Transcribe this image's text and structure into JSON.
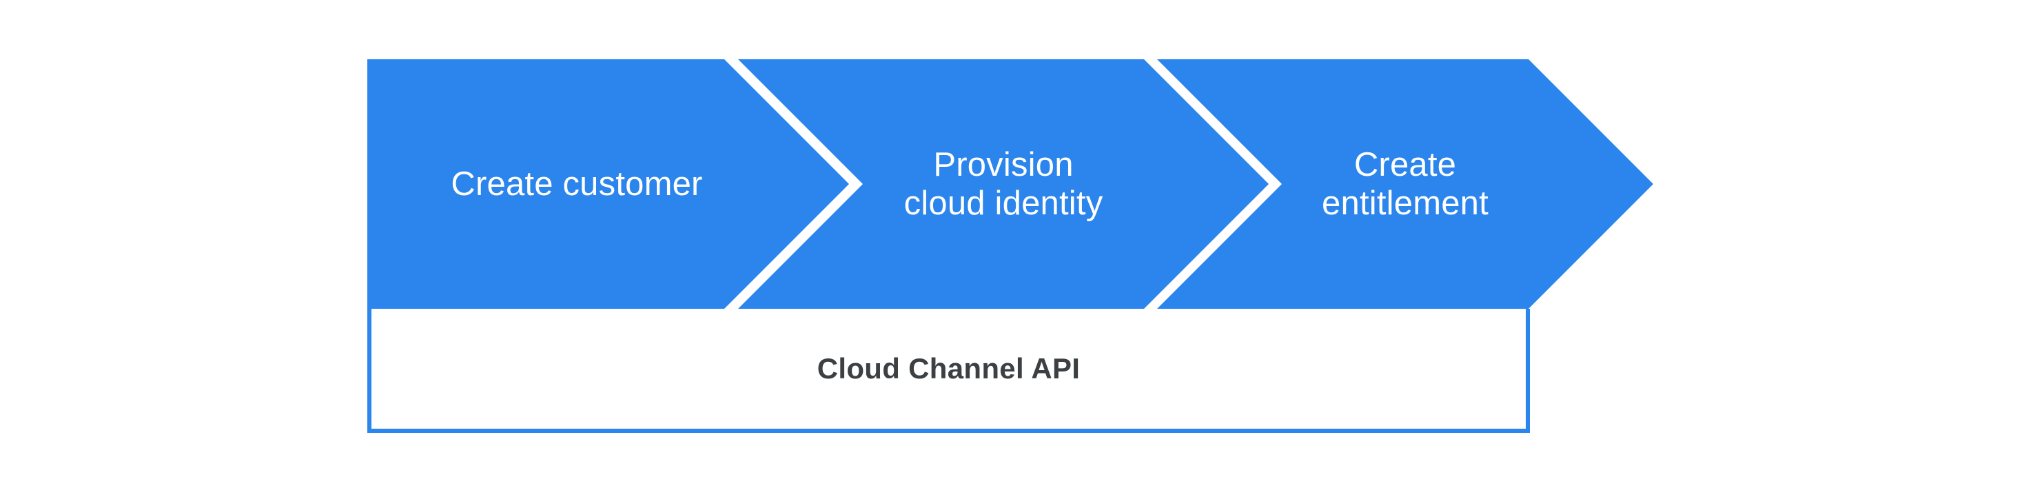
{
  "flow": {
    "steps": [
      {
        "id": "create-customer",
        "label": "Create customer"
      },
      {
        "id": "provision-cloud-identity",
        "label": "Provision\ncloud identity"
      },
      {
        "id": "create-entitlement",
        "label": "Create\nentitlement"
      }
    ]
  },
  "api_box": {
    "label": "Cloud Channel API"
  },
  "colors": {
    "chevron-fill": "#2b85ec",
    "chevron-text": "#ffffff",
    "box-border": "#2b85ec",
    "box-bg": "#ffffff",
    "box-text": "#3c4043",
    "page-bg": "#ffffff"
  }
}
